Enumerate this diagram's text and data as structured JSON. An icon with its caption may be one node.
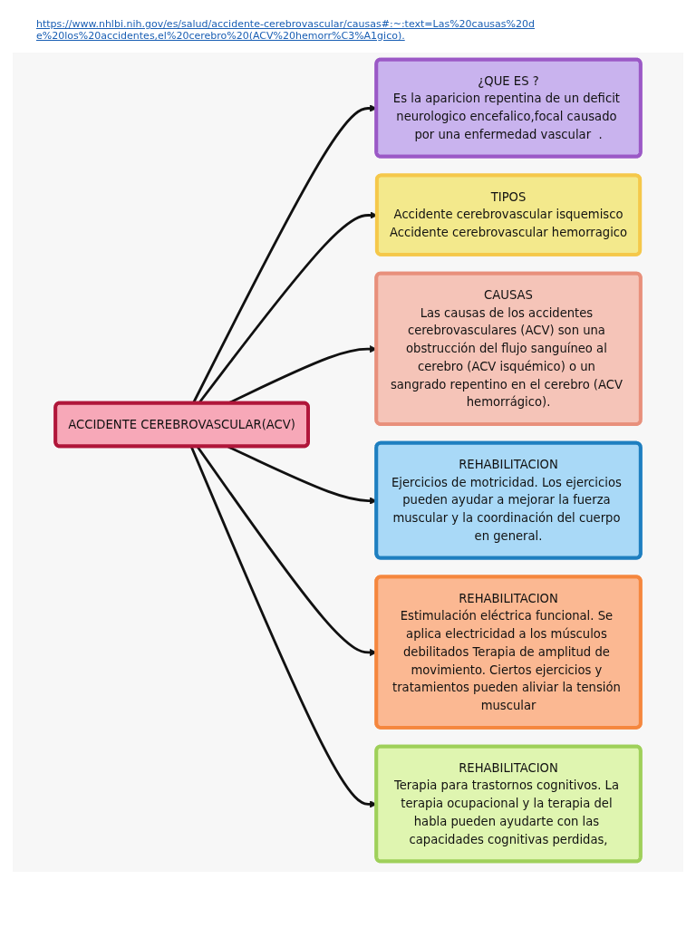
{
  "diagram": {
    "nodes": [
      {
        "text": [
          "ACCIDENTE CEREBROVASCULAR(ACV)"
        ]
      },
      {
        "text": [
          "¿QUE ES ?",
          "Es la aparicion repentina de un deficit neurologico encefalico,focal causado por una enfermedad vascular  ."
        ]
      },
      {
        "text": [
          "TIPOS",
          "Accidente cerebrovascular isquemisco",
          "Accidente cerebrovascular hemorragico"
        ]
      },
      {
        "text": [
          "CAUSAS",
          "Las causas de los accidentes cerebrovasculares (ACV) son una obstrucción del flujo sanguíneo al cerebro (ACV isquémico) o un sangrado repentino en el cerebro (ACV hemorrágico)."
        ]
      },
      {
        "text": [
          "REHABILITACION",
          "Ejercicios de motricidad. Los ejercicios pueden ayudar a mejorar la fuerza muscular y la coordinación del cuerpo en general."
        ]
      },
      {
        "text": [
          "REHABILITACION",
          "Estimulación eléctrica funcional. Se aplica electricidad a los músculos debilitados Terapia de amplitud de movimiento. Ciertos ejercicios y tratamientos pueden aliviar la tensión muscular"
        ]
      },
      {
        "text": [
          "REHABILITACION",
          "Terapia para trastornos cognitivos. La terapia ocupacional y la terapia del habla pueden ayudarte con las capacidades cognitivas perdidas,"
        ]
      }
    ],
    "edges": [
      {
        "from": 0,
        "to": 1,
        "arrow": "to"
      },
      {
        "from": 0,
        "to": 2,
        "arrow": "to"
      },
      {
        "from": 0,
        "to": 3,
        "arrow": "to"
      },
      {
        "from": 0,
        "to": 4,
        "arrow": "to"
      },
      {
        "from": 0,
        "to": 5,
        "arrow": "to"
      },
      {
        "from": 0,
        "to": 6,
        "arrow": "to"
      }
    ],
    "labels": [
      "https://www.nhlbi.nih.gov/es/salud/accidente-cerebrovascular/causas#:~:text=Las%20causas%20de%20los%20accidentes,el%20cerebro%20(ACV%20hemorr%C3%A1gico)."
    ]
  }
}
